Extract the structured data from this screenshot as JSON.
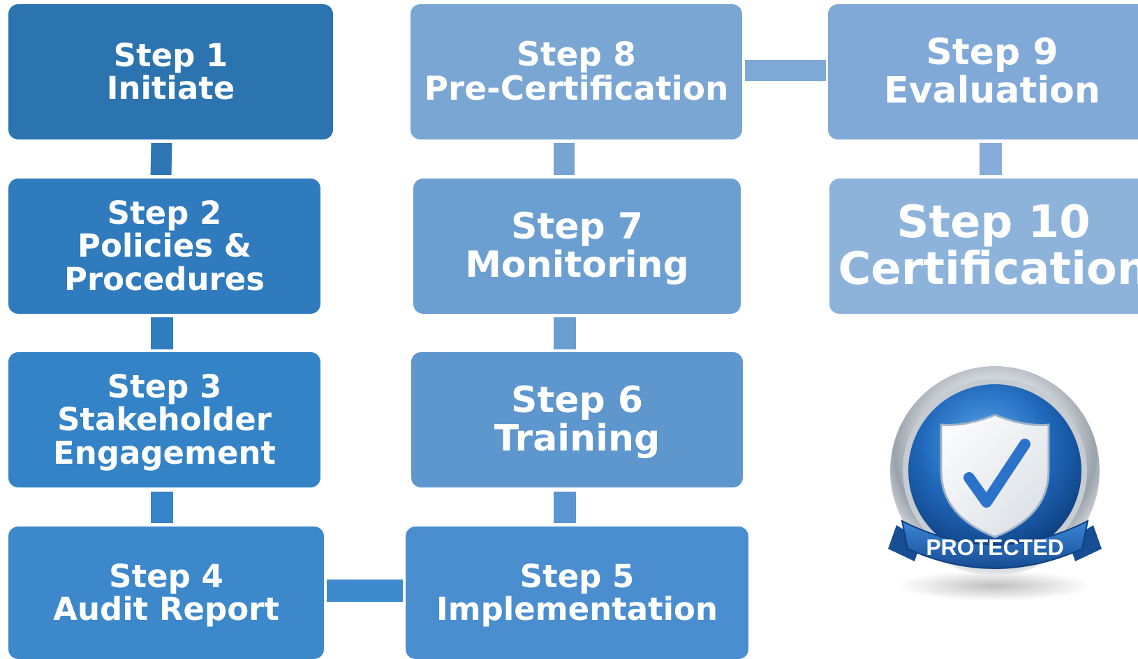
{
  "steps": [
    {
      "number": "Step 1",
      "title_lines": [
        "Initiate"
      ]
    },
    {
      "number": "Step 2",
      "title_lines": [
        "Policies &",
        "Procedures"
      ]
    },
    {
      "number": "Step 3",
      "title_lines": [
        "Stakeholder",
        "Engagement"
      ]
    },
    {
      "number": "Step 4",
      "title_lines": [
        "Audit Report"
      ]
    },
    {
      "number": "Step 5",
      "title_lines": [
        "Implementation"
      ]
    },
    {
      "number": "Step 6",
      "title_lines": [
        "Training"
      ]
    },
    {
      "number": "Step 7",
      "title_lines": [
        "Monitoring"
      ]
    },
    {
      "number": "Step 8",
      "title_lines": [
        "Pre-Certification"
      ]
    },
    {
      "number": "Step 9",
      "title_lines": [
        "Evaluation"
      ]
    },
    {
      "number": "Step 10",
      "title_lines": [
        "Certification"
      ]
    }
  ],
  "badge": {
    "label": "PROTECTED",
    "icon": "shield-check-icon"
  },
  "colors": {
    "step_dark": "#2c74b0",
    "step_mid": "#4a8ed0",
    "step_light": "#8db3db",
    "badge_blue": "#1f5fa8",
    "badge_ribbon": "#2a6fbf"
  }
}
